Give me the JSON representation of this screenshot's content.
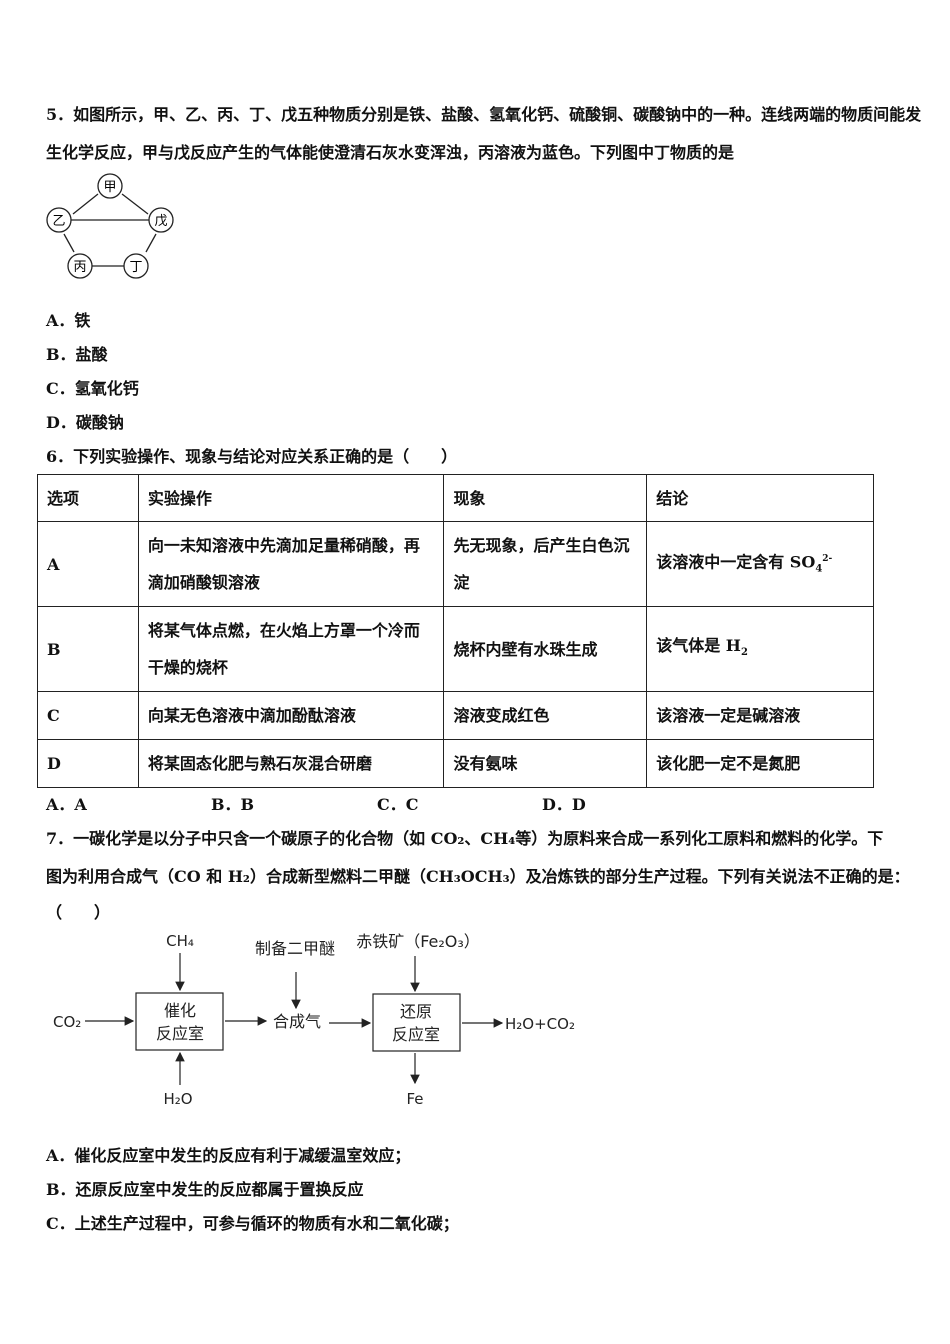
{
  "q5": {
    "line1": "5．如图所示，甲、乙、丙、丁、戊五种物质分别是铁、盐酸、氢氧化钙、硫酸铜、碳酸钠中的一种。连线两端的物质间能发",
    "line2": "生化学反应，甲与戊反应产生的气体能使澄清石灰水变浑浊，丙溶液为蓝色。下列图中丁物质的是",
    "nodes": {
      "jia": "甲",
      "yi": "乙",
      "wu": "戊",
      "bing": "丙",
      "ding": "丁"
    },
    "options": [
      "A．铁",
      "B．盐酸",
      "C．氢氧化钙",
      "D．碳酸钠"
    ]
  },
  "q6": {
    "stem": "6．下列实验操作、现象与结论对应关系正确的是（　　）",
    "headers": [
      "选项",
      "实验操作",
      "现象",
      "结论"
    ],
    "rows": [
      {
        "opt": "A",
        "op1": "向一未知溶液中先滴加足量稀硝酸，再",
        "op2": "滴加硝酸钡溶液",
        "ph1": "先无现象，后产生白色沉",
        "ph2": "淀",
        "con": "该溶液中一定含有 SO",
        "con_sub": "4",
        "con_sup": "2-"
      },
      {
        "opt": "B",
        "op1": "将某气体点燃，在火焰上方罩一个冷而",
        "op2": "干燥的烧杯",
        "ph": "烧杯内壁有水珠生成",
        "con": "该气体是 H",
        "con_sub": "2"
      },
      {
        "opt": "C",
        "op": "向某无色溶液中滴加酚酞溶液",
        "ph": "溶液变成红色",
        "con": "该溶液一定是碱溶液"
      },
      {
        "opt": "D",
        "op": "将某固态化肥与熟石灰混合研磨",
        "ph": "没有氨味",
        "con": "该化肥一定不是氮肥"
      }
    ],
    "answers": [
      "A．A",
      "B．B",
      "C．C",
      "D．D"
    ]
  },
  "q7": {
    "line1": "7．一碳化学是以分子中只含一个碳原子的化合物（如 CO₂、CH₄等）为原料来合成一系列化工原料和燃料的化学。下",
    "line2": "图为利用合成气（CO 和 H₂）合成新型燃料二甲醚（CH₃OCH₃）及冶炼铁的部分生产过程。下列有关说法不正确的是：",
    "line3": "（　　）",
    "flow": {
      "ch4": "CH₄",
      "co2_in": "CO₂",
      "h2o": "H₂O",
      "box1_a": "催化",
      "box1_b": "反应室",
      "syngas": "合成气",
      "dme": "制备二甲醚",
      "ore": "赤铁矿（Fe₂O₃）",
      "box2_a": "还原",
      "box2_b": "反应室",
      "out": "H₂O+CO₂",
      "fe": "Fe"
    },
    "options": [
      "A．催化反应室中发生的反应有利于减缓温室效应；",
      "B．还原反应室中发生的反应都属于置换反应",
      "C．上述生产过程中，可参与循环的物质有水和二氧化碳；"
    ]
  }
}
